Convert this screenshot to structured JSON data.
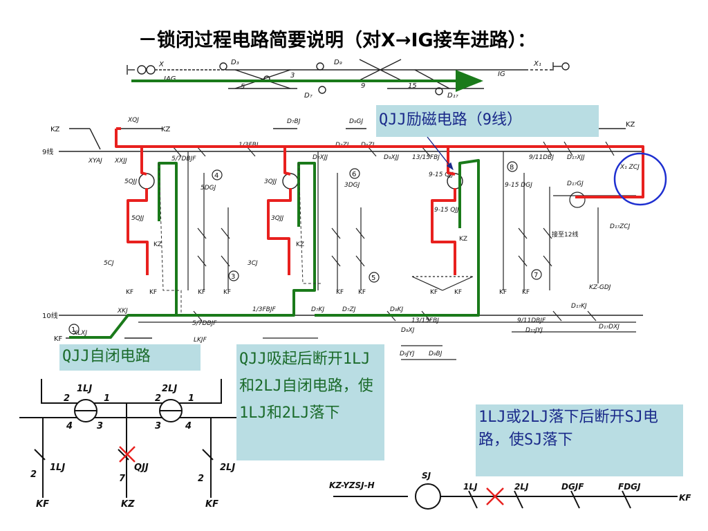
{
  "title": "－锁闭过程电路简要说明（对X→IG接车进路）：",
  "notes": {
    "qjj_excitation": "QJJ励磁电路（9线）",
    "qjj_self_lock": "QJJ自闭电路",
    "qjj_pickup": "QJJ吸起后断开1LJ和2LJ自闭电路，使1LJ和2LJ落下",
    "lj_drop": "1LJ或2LJ落下后断开SJ电路，使SJ落下"
  },
  "track": {
    "left": "IAG",
    "right": "IG",
    "x1": "X₁",
    "x": "X",
    "d3": "D₃",
    "d9": "D₉",
    "d7": "D₇",
    "d17": "D₁₇",
    "sw5": "5",
    "sw3": "3",
    "sw9": "9",
    "sw15": "15"
  },
  "lines": {
    "line9": "9线",
    "line10": "10线",
    "kz": "KZ",
    "kf": "KF"
  },
  "relays": {
    "xqj": "XQJ",
    "xyaj": "XYAJ",
    "xxjj": "XXJJ",
    "sqjj5": "5QJJ",
    "sqjj3": "3QJJ",
    "qjj915": "9-15 QJJ",
    "x1zcj": "X₁ ZCJ",
    "d17gj": "D₁₇GJ",
    "d17zcj": "D₁₇ZCJ",
    "fbj": "1/3FBJ",
    "fbj2": "13/15FBJ",
    "fbj3": "9/11DBJ",
    "dgj5": "5DGJ",
    "dgj3": "3DGJ",
    "dgj915": "9-15 DGJ",
    "d7zj": "D₇ZJ",
    "d9zj": "D₉ZJ",
    "d7xjj": "D₇XJJ",
    "d9xjj": "D₉XJJ",
    "d17xjj": "D₁₇XJJ",
    "d7bj": "D₇BJ",
    "d9gj": "D₉GJ",
    "kzgdj": "KZ-GDJ",
    "tolineno12": "接至12线",
    "lzj": "2LJ",
    "ilj": "1LJ",
    "cj5": "5CJ",
    "cj3": "3CJ",
    "xkj": "XKJ",
    "xlxj": "XLXJ",
    "d7kj": "D₇KJ",
    "d7zj2": "D₇ZJ",
    "d9kj": "D₉KJ",
    "d9xj": "D₉XJ",
    "d9jyj": "D₉JYJ",
    "d9bj": "D₉BJ",
    "d17kj": "D₁₇KJ",
    "d17dxj": "D₁₇DXJ",
    "d17jyj": "D₁₇JYJ",
    "dbjf": "5/7DBJF",
    "fbjf": "1/3FBJF",
    "lkjf": "LKJF",
    "dbjf2": "9/11DBJF"
  },
  "bottom_left": {
    "lj1": "1LJ",
    "lj2": "2LJ",
    "qjj": "QJJ",
    "kf": "KF",
    "kz": "KZ",
    "c1": "1",
    "c2": "2",
    "c3": "3",
    "c4": "4",
    "c7": "7"
  },
  "bottom_right": {
    "source": "KZ-YZSJ-H",
    "sj": "SJ",
    "ilj": "1LJ",
    "lj2": "2LJ",
    "dgjf": "DGJF",
    "fdgj": "FDGJ",
    "kf": "KF"
  }
}
